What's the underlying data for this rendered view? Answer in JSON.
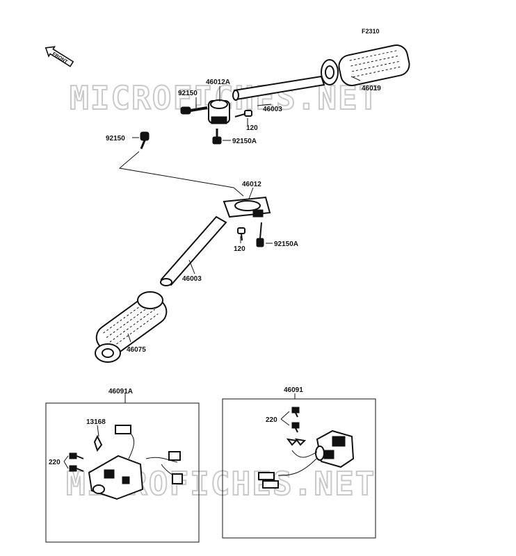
{
  "diagram_code": "F2310",
  "front_label": "FRONT",
  "watermarks": [
    "MICROFICHES.NET",
    "MICROFICHES.NET"
  ],
  "callouts": {
    "c1": "46012A",
    "c2": "92150",
    "c3": "46003",
    "c4": "120",
    "c5": "92150A",
    "c6": "46019",
    "c7": "92150",
    "c8": "46012",
    "c9": "120",
    "c10": "92150A",
    "c11": "46003",
    "c12": "46075",
    "c13": "46091A",
    "c14": "13168",
    "c15": "220",
    "c16": "46091",
    "c17": "220"
  }
}
